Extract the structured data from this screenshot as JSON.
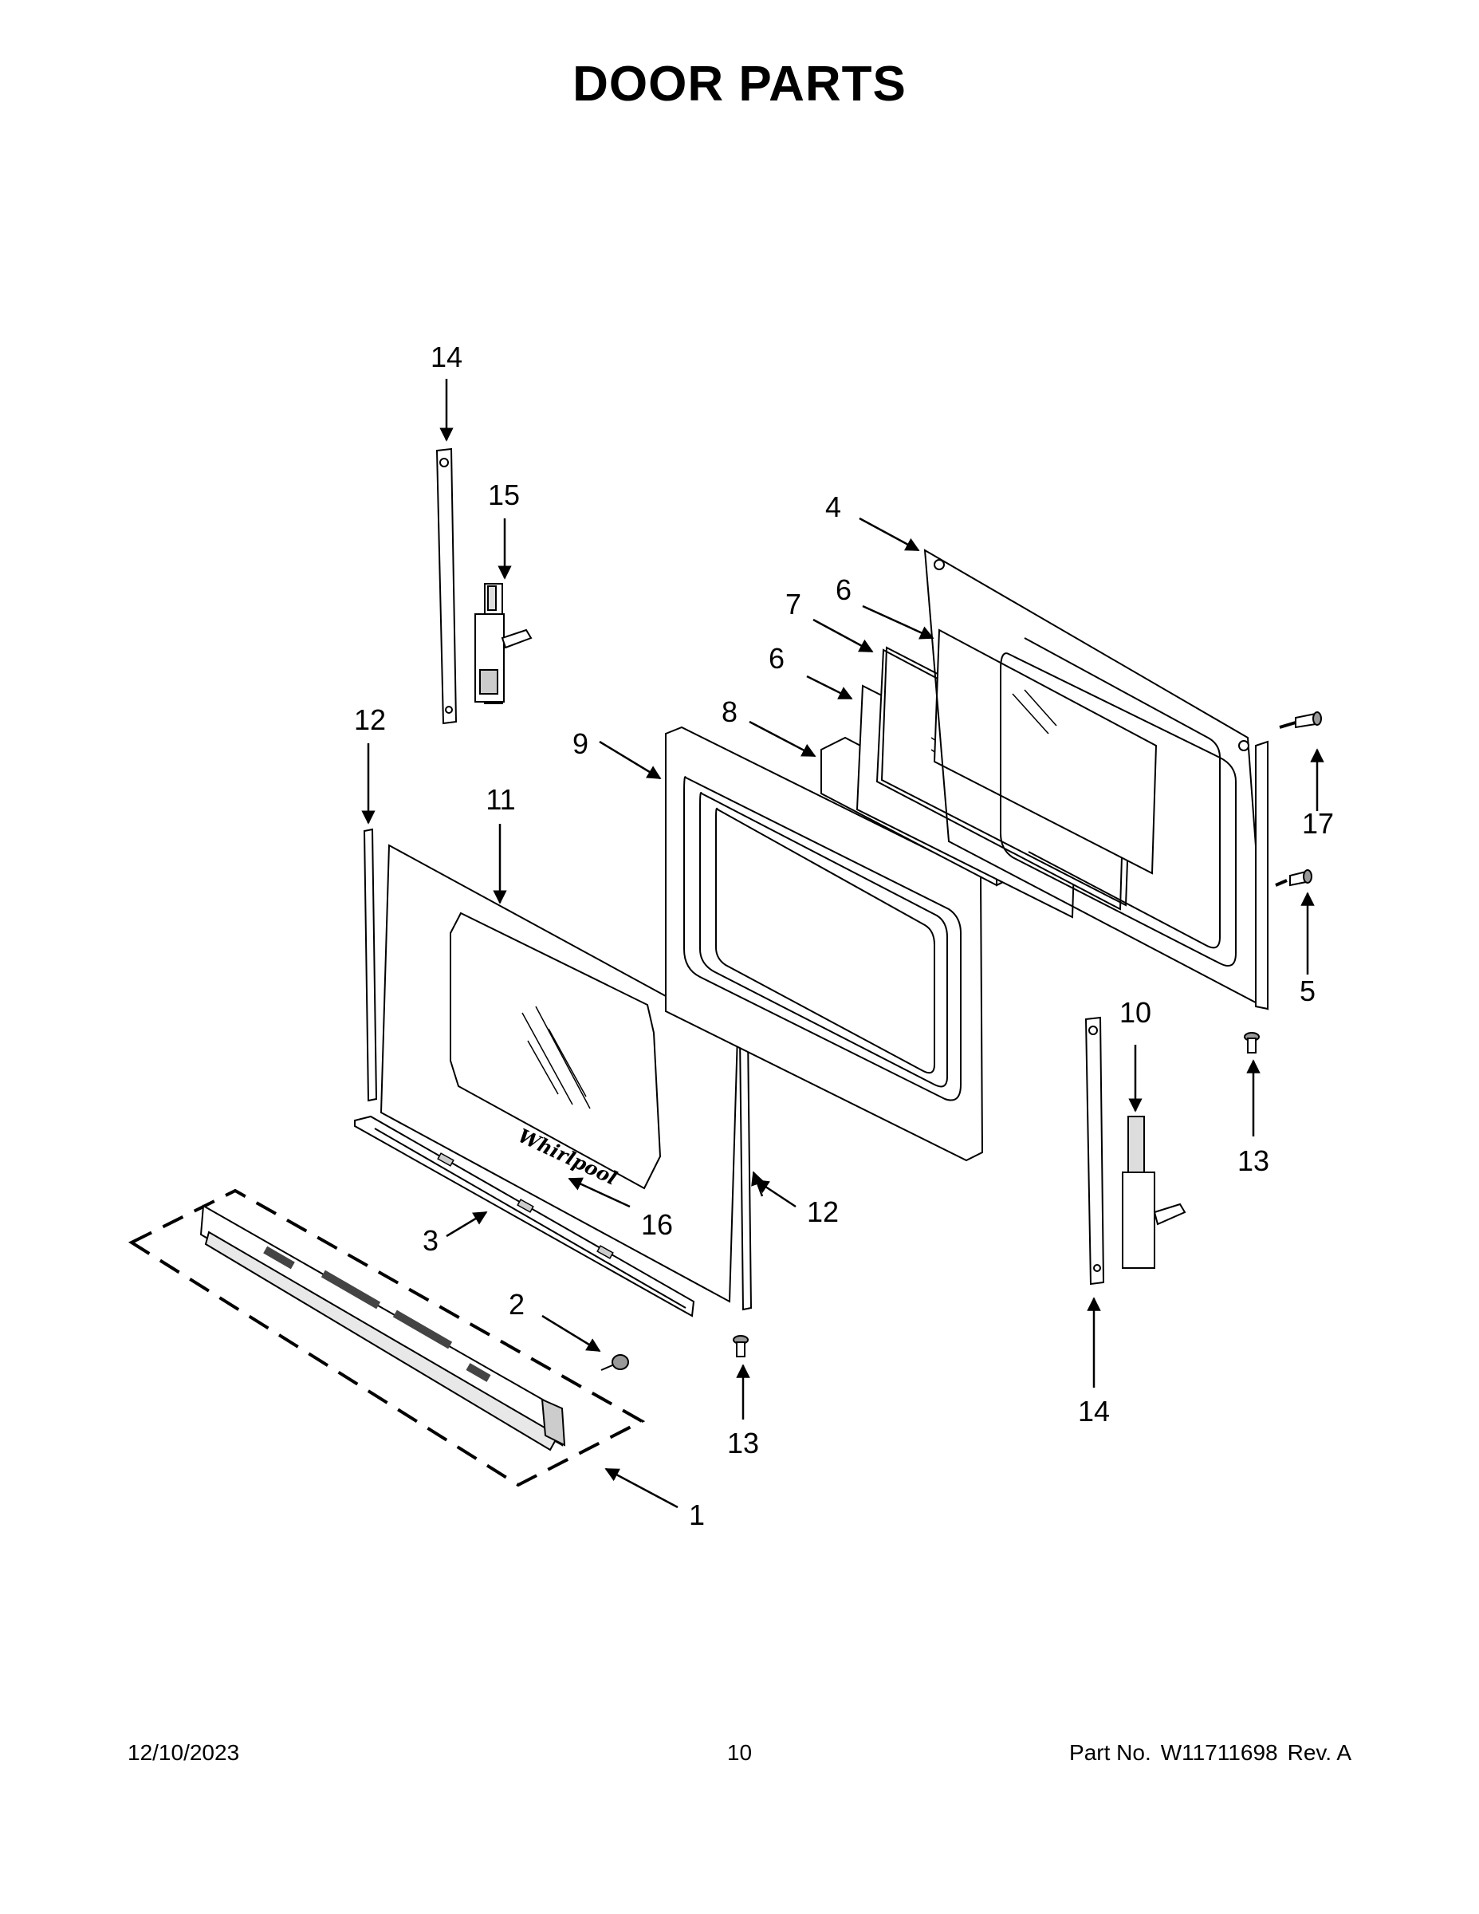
{
  "title": "DOOR PARTS",
  "callouts": {
    "p1": "1",
    "p2": "2",
    "p3": "3",
    "p4": "4",
    "p5": "5",
    "p6a": "6",
    "p6b": "6",
    "p7": "7",
    "p8": "8",
    "p9": "9",
    "p10": "10",
    "p11": "11",
    "p12a": "12",
    "p12b": "12",
    "p13a": "13",
    "p13b": "13",
    "p14a": "14",
    "p14b": "14",
    "p15": "15",
    "p16": "16",
    "p17": "17"
  },
  "logo_text": "Whirlpool",
  "footer": {
    "date": "12/10/2023",
    "page": "10",
    "part_label": "Part No.",
    "part_number": "W11711698",
    "rev": "Rev. A"
  }
}
